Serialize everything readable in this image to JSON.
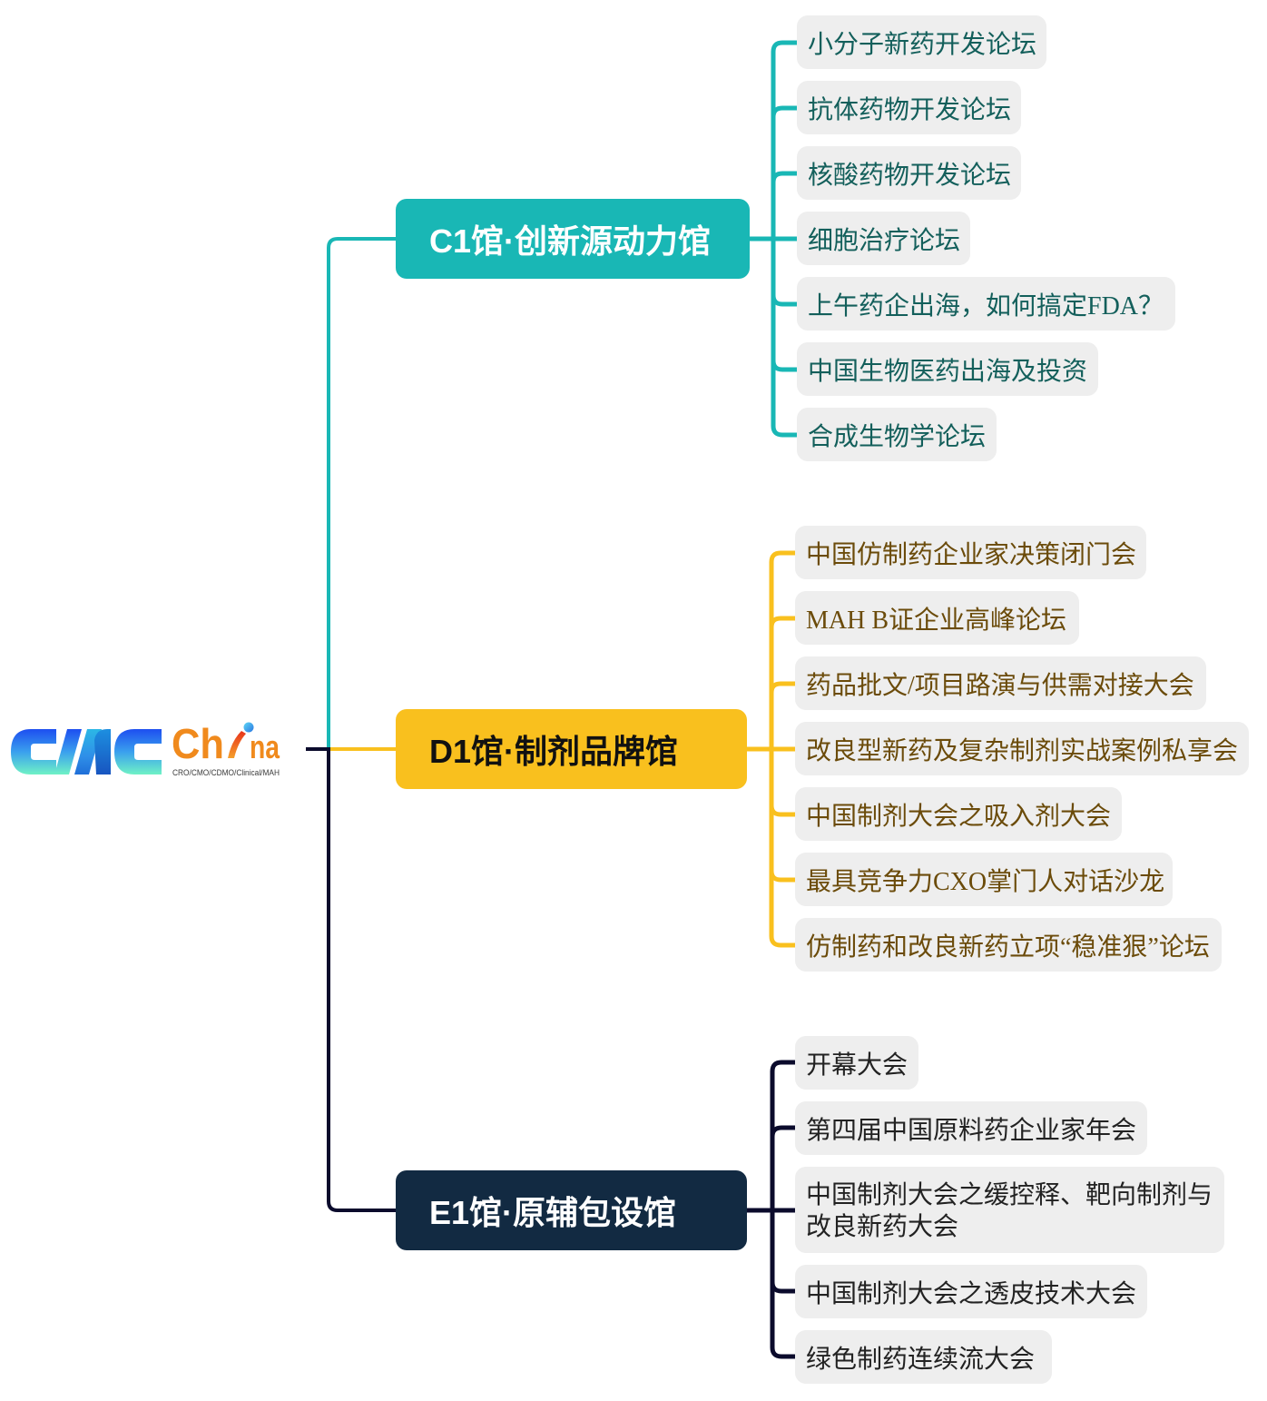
{
  "logo": {
    "mark_label": "CMC",
    "word_start": "Ch",
    "word_end": "na",
    "tagline": "CRO/CMO/CDMO/Clinical/MAH",
    "colors": {
      "mark_gradient_top": "#1d4ef0",
      "mark_gradient_bottom": "#6ff2c6",
      "word": "#f08a1d"
    }
  },
  "halls": [
    {
      "title": "C1馆·创新源动力馆",
      "color": "#19b7b5",
      "text_color": "#ffffff",
      "item_text_color": "#135f5b",
      "items": [
        "小分子新药开发论坛",
        "抗体药物开发论坛",
        "核酸药物开发论坛",
        "细胞治疗论坛",
        "上午药企出海，如何搞定FDA？",
        "中国生物医药出海及投资",
        "合成生物学论坛"
      ]
    },
    {
      "title": "D1馆·制剂品牌馆",
      "color": "#f9c01e",
      "text_color": "#111111",
      "item_text_color": "#6b4b0a",
      "items": [
        "中国仿制药企业家决策闭门会",
        "MAH B证企业高峰论坛",
        "药品批文/项目路演与供需对接大会",
        "改良型新药及复杂制剂实战案例私享会",
        "中国制剂大会之吸入剂大会",
        "最具竞争力CXO掌门人对话沙龙",
        "仿制药和改良新药立项“稳准狠”论坛"
      ]
    },
    {
      "title": "E1馆·原辅包设馆",
      "color": "#122a42",
      "text_color": "#ffffff",
      "item_text_color": "#222222",
      "items": [
        "开幕大会",
        "第四届中国原料药企业家年会",
        "中国制剂大会之缓控释、靶向制剂与改良新药大会",
        "中国制剂大会之透皮技术大会",
        "绿色制药连续流大会"
      ]
    }
  ],
  "item_background": "#eeeeee",
  "connector_dark": "#0b0b2c"
}
